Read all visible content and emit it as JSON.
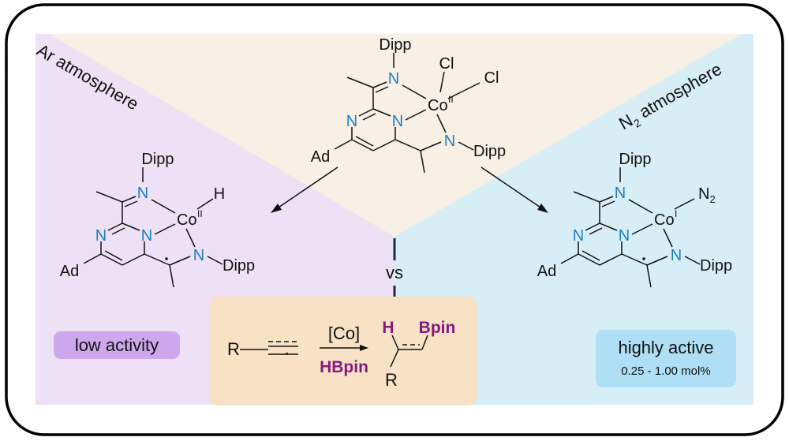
{
  "labels": {
    "ar_atmosphere": "Ar atmosphere",
    "n2_atmosphere_prefix": "N",
    "n2_atmosphere_sub": "2",
    "n2_atmosphere_suffix": " atmosphere",
    "vs": "vs"
  },
  "molecule_top": {
    "dipp1": "Dipp",
    "n1": "N",
    "cl1": "Cl",
    "cl2": "Cl",
    "co": "Co",
    "ox": "II",
    "nring1": "N",
    "nring2": "N",
    "n3": "N",
    "dipp2": "Dipp",
    "ad": "Ad"
  },
  "molecule_left": {
    "dipp1": "Dipp",
    "n1": "N",
    "co": "Co",
    "ox": "II",
    "h": "H",
    "nring1": "N",
    "nring2": "N",
    "n3": "N",
    "dipp2": "Dipp",
    "ad": "Ad"
  },
  "molecule_right": {
    "dipp1": "Dipp",
    "n1": "N",
    "co": "Co",
    "ox": "I",
    "n2": "N",
    "n2sub": "2",
    "nring1": "N",
    "nring2": "N",
    "n3": "N",
    "dipp2": "Dipp",
    "ad": "Ad"
  },
  "reaction": {
    "r1": "R",
    "catalyst": "[Co]",
    "reagent": "HBpin",
    "h": "H",
    "bpin": "Bpin",
    "r2": "R"
  },
  "badges": {
    "low": "low activity",
    "high": "highly active",
    "loading": "0.25 - 1.00 mol%"
  },
  "colors": {
    "purple_bg": "#eee0f5",
    "beige_bg": "#f8efe5",
    "blue_bg": "#d8eef7",
    "nitrogen": "#1b7fc3",
    "boron": "#86187f"
  }
}
